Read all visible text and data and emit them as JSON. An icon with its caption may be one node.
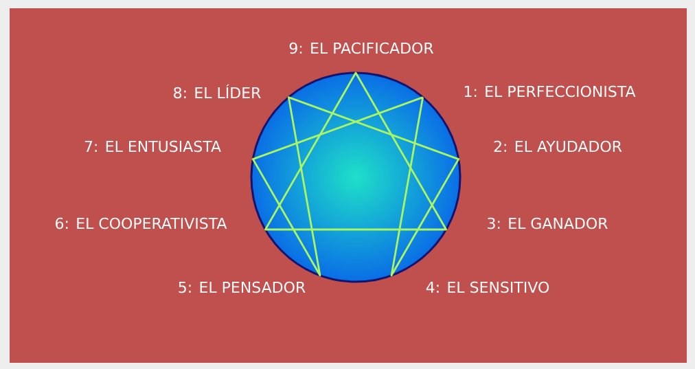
{
  "diagram": {
    "labels": [
      "9: EL PACIFICADOR",
      "8: EL LÍDER",
      "1: EL PERFECCIONISTA",
      "7: EL ENTUSIASTA",
      "2: EL AYUDADOR",
      "6: EL COOPERATIVISTA",
      "3: EL GANADOR",
      "5: EL PENSADOR",
      "4: EL SENSITIVO"
    ]
  }
}
